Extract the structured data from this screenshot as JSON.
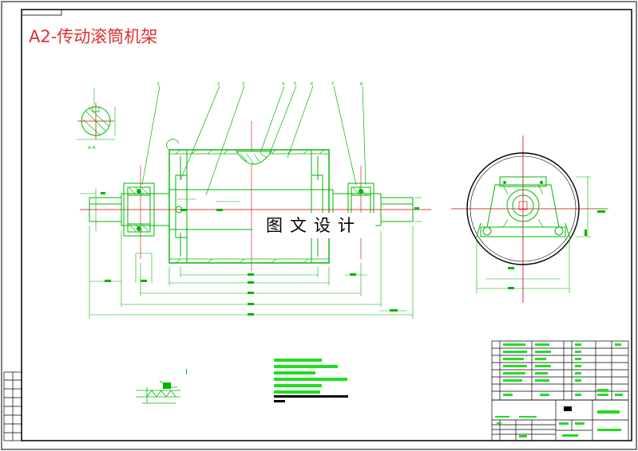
{
  "drawing_title": "A2-传动滚筒机架",
  "watermark": "图文设计",
  "detail_label": "I",
  "section_label": "A–A",
  "side_table": {
    "row_labels": [
      "",
      "",
      "",
      "",
      "",
      "",
      "",
      ""
    ]
  },
  "title_block": {
    "part_name": "",
    "drawing_number": "",
    "scale_label": ""
  },
  "colors": {
    "frame": "#000000",
    "geometry": "#00b400",
    "dimension": "#00b400",
    "centerline": "#d00000",
    "title": "#e03030",
    "fill_green": "#22dd22"
  }
}
